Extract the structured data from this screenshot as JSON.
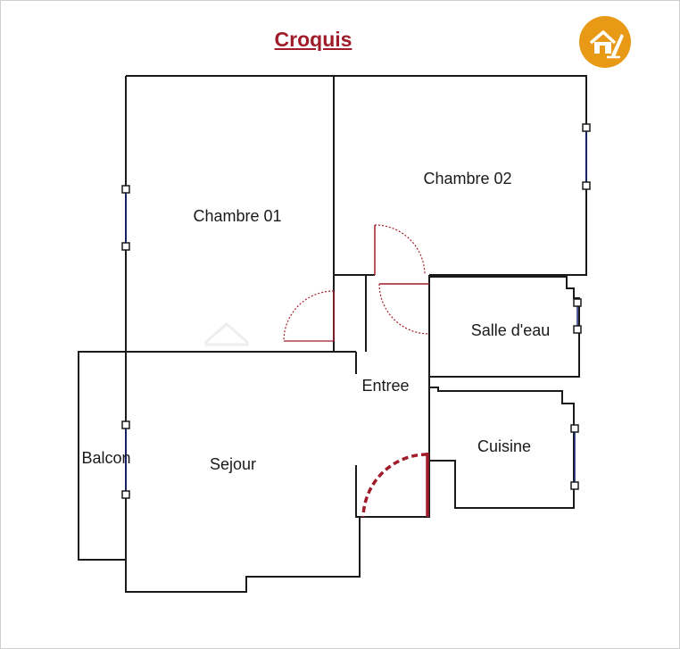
{
  "title": "Croquis",
  "logo": {
    "icon": "house-pencil-icon",
    "color": "#e89a17"
  },
  "colors": {
    "walls": "#1a1a1a",
    "doors": "#a01c2a",
    "windows": "#1a237e",
    "title": "#a01c2a"
  },
  "rooms": {
    "chambre01": "Chambre 01",
    "chambre02": "Chambre 02",
    "salle_eau": "Salle d'eau",
    "entree": "Entree",
    "cuisine": "Cuisine",
    "sejour": "Sejour",
    "balcon": "Balcon"
  }
}
